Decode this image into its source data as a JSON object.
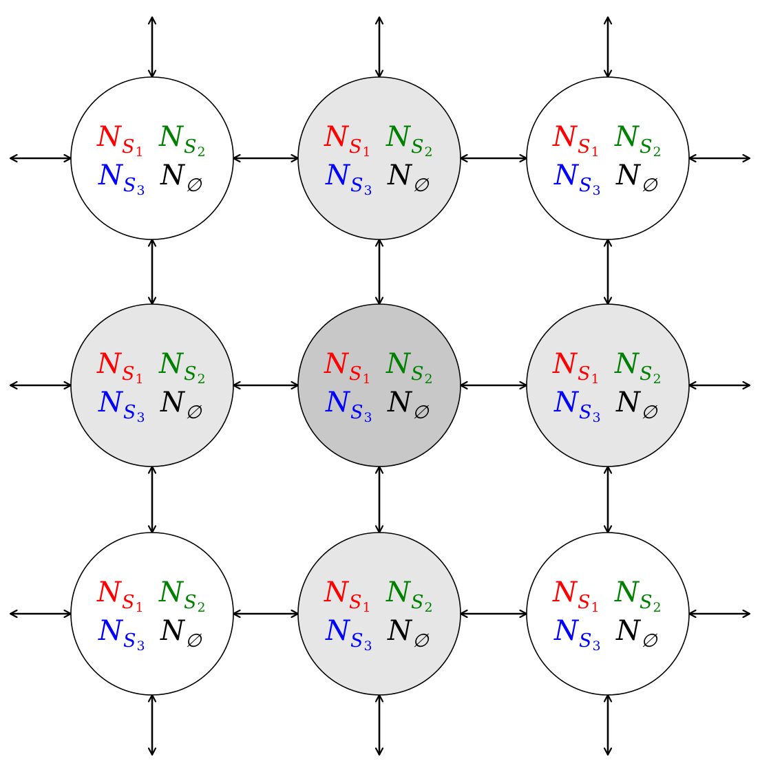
{
  "colors": {
    "s1": "#ff0000",
    "s2": "#008000",
    "s3": "#0000ff",
    "empty": "#000000",
    "stroke": "#000000",
    "fill_white": "#ffffff",
    "fill_light": "#e6e6e6",
    "fill_dark": "#c8c8c8"
  },
  "label": {
    "base": "N",
    "s1_sub": "S",
    "s1_sub_index": "1",
    "s2_sub": "S",
    "s2_sub_index": "2",
    "s3_sub": "S",
    "s3_sub_index": "3",
    "empty_sub": "∅"
  },
  "grid": {
    "rows": 3,
    "cols": 3,
    "shading": [
      [
        "white",
        "light",
        "white"
      ],
      [
        "light",
        "dark",
        "light"
      ],
      [
        "white",
        "light",
        "white"
      ]
    ]
  }
}
